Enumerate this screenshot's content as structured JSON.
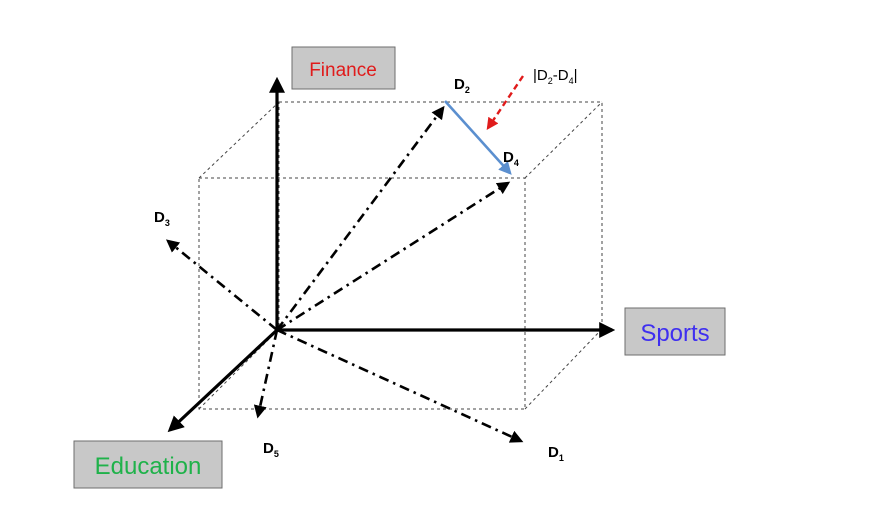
{
  "axes": {
    "finance": {
      "label": "Finance",
      "color": "#e01b1b"
    },
    "sports": {
      "label": "Sports",
      "color": "#3f2ff0"
    },
    "education": {
      "label": "Education",
      "color": "#1fb24a"
    }
  },
  "vectors": {
    "d1": {
      "letter": "D",
      "sub": "1"
    },
    "d2": {
      "letter": "D",
      "sub": "2"
    },
    "d3": {
      "letter": "D",
      "sub": "3"
    },
    "d4": {
      "letter": "D",
      "sub": "4"
    },
    "d5": {
      "letter": "D",
      "sub": "5"
    }
  },
  "difference": {
    "open": "|D",
    "sub_a": "2",
    "mid": "-D",
    "sub_b": "4",
    "close": "|",
    "vector_color": "#5b8fcf",
    "pointer_color": "#e01b1b"
  }
}
